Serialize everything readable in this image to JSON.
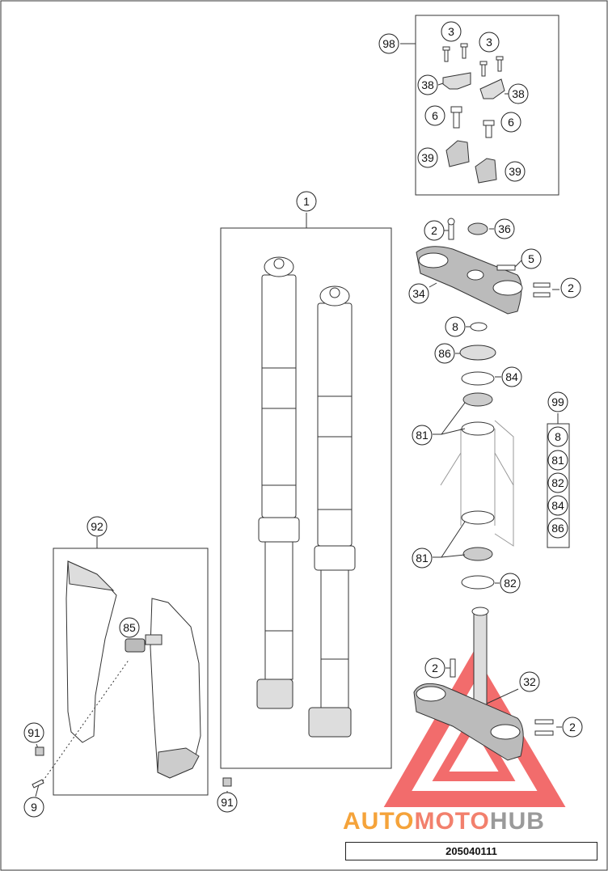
{
  "drawing_number": "205040111",
  "watermark": {
    "part1": "AUTO",
    "part2": "MOTO",
    "part3": "HUB",
    "colors": {
      "auto": "#f5a33a",
      "moto": "#f2806d",
      "hub": "#9a9a9a",
      "triangle": "#ee3b3b"
    }
  },
  "callouts": {
    "c98": "98",
    "c3a": "3",
    "c3b": "3",
    "c38a": "38",
    "c38b": "38",
    "c6a": "6",
    "c6b": "6",
    "c39a": "39",
    "c39b": "39",
    "c1": "1",
    "c2a": "2",
    "c36": "36",
    "c5": "5",
    "c34": "34",
    "c2b": "2",
    "c8": "8",
    "c86": "86",
    "c84": "84",
    "c81a": "81",
    "c99": "99",
    "k8": "8",
    "k81": "81",
    "k82": "82",
    "k84": "84",
    "k86": "86",
    "c81b": "81",
    "c82": "82",
    "c32": "32",
    "c2c": "2",
    "c2d": "2",
    "c92": "92",
    "c85": "85",
    "c91a": "91",
    "c9": "9",
    "c91b": "91"
  }
}
